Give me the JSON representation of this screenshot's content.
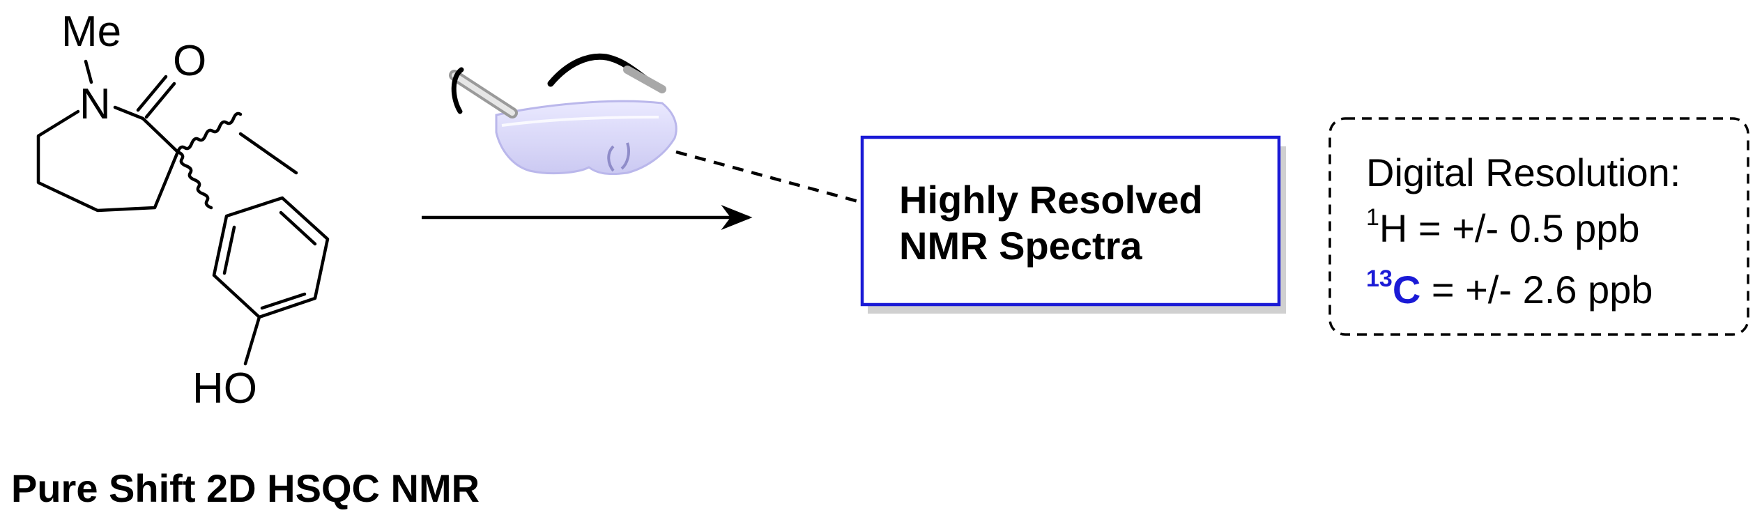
{
  "molecule": {
    "labels": {
      "methyl": "Me",
      "nitrogen": "N",
      "oxygen": "O",
      "hydroxyl": "HO"
    }
  },
  "result_box": {
    "line1": "Highly Resolved",
    "line2": "NMR Spectra",
    "border_color": "#1a1ad6"
  },
  "resolution_box": {
    "title": "Digital Resolution:",
    "h_line": {
      "isotope_mass": "1",
      "element": "H",
      "text": " = +/- 0.5 ppb"
    },
    "c_line": {
      "isotope_mass": "13",
      "element": "C",
      "text": " = +/- 2.6 ppb",
      "color": "#1a1ad6"
    }
  },
  "caption": "Pure Shift 2D HSQC NMR",
  "icons": [
    "safety-glasses-icon",
    "reaction-arrow-icon"
  ]
}
